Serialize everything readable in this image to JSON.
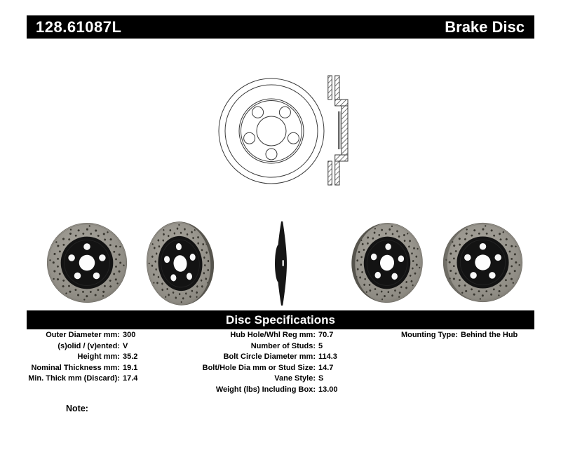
{
  "header": {
    "part_number": "128.61087L",
    "product_type": "Brake Disc"
  },
  "drawing": {
    "front_view": "brake-disc-front-line-drawing",
    "cross_section": "brake-disc-cross-section-line-drawing"
  },
  "photos": [
    {
      "name": "brake-rotor-photo-front-left"
    },
    {
      "name": "brake-rotor-photo-angled-left"
    },
    {
      "name": "brake-rotor-photo-edge-view"
    },
    {
      "name": "brake-rotor-photo-angled-right"
    },
    {
      "name": "brake-rotor-photo-front-right"
    }
  ],
  "spec_header": {
    "title": "Disc Specifications"
  },
  "specs": {
    "left": [
      {
        "label": "Outer Diameter mm:",
        "value": "300"
      },
      {
        "label": "(s)olid / (v)ented:",
        "value": "V"
      },
      {
        "label": "Height mm:",
        "value": "35.2"
      },
      {
        "label": "Nominal Thickness mm:",
        "value": "19.1"
      },
      {
        "label": "Min. Thick mm (Discard):",
        "value": "17.4"
      }
    ],
    "middle": [
      {
        "label": "Hub Hole/Whl Reg mm:",
        "value": "70.7"
      },
      {
        "label": "Number of Studs:",
        "value": "5"
      },
      {
        "label": "Bolt Circle Diameter mm:",
        "value": "114.3"
      },
      {
        "label": "Bolt/Hole Dia mm or Stud Size:",
        "value": "14.7"
      },
      {
        "label": "Vane Style:",
        "value": "S"
      },
      {
        "label": "Weight (lbs) Including Box:",
        "value": "13.00"
      }
    ],
    "right": [
      {
        "label": "Mounting Type:",
        "value": "Behind the Hub"
      }
    ]
  },
  "note": {
    "label": "Note:"
  },
  "colors": {
    "bar_background": "#000000",
    "bar_text": "#ffffff",
    "body_text": "#000000",
    "rotor_face": "#98958d",
    "rotor_hub": "#131313",
    "page_background": "#ffffff"
  }
}
